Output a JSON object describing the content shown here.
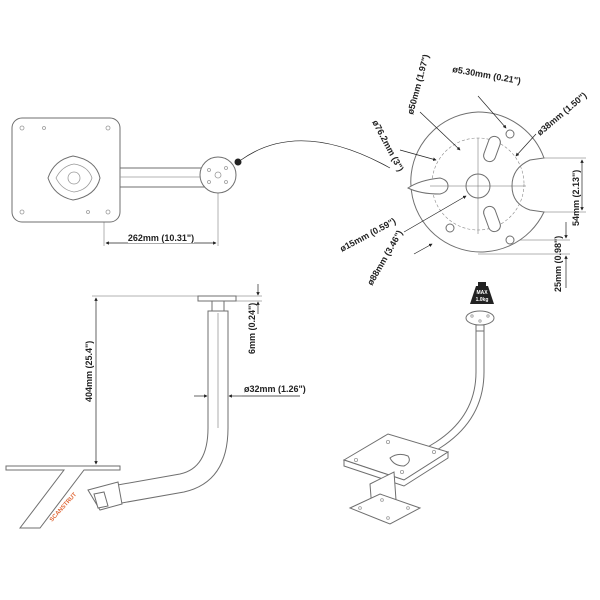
{
  "top_view": {
    "dim_length": "262mm (10.31\")"
  },
  "detail": {
    "hole_d50": "ø50mm (1.97\")",
    "hole_d530": "ø5.30mm (0.21\")",
    "pcd_762": "ø76.2mm (3\")",
    "d38": "ø38mm (1.50\")",
    "d15": "ø15mm (0.59\")",
    "d88": "ø88mm (3.46\")",
    "h54": "54mm (2.13\")",
    "h25": "25mm (0.98\")"
  },
  "side_view": {
    "height": "404mm (25.4\")",
    "plate_thickness": "6mm (0.24\")",
    "tube_d32": "ø32mm (1.26\")",
    "brand": "SCANSTRUT"
  },
  "iso_view": {
    "load_max": "MAX",
    "load_value": "1.0kg"
  },
  "colors": {
    "line": "#6f6f6f",
    "dimension": "#222222",
    "brand": "#e06a3a"
  }
}
